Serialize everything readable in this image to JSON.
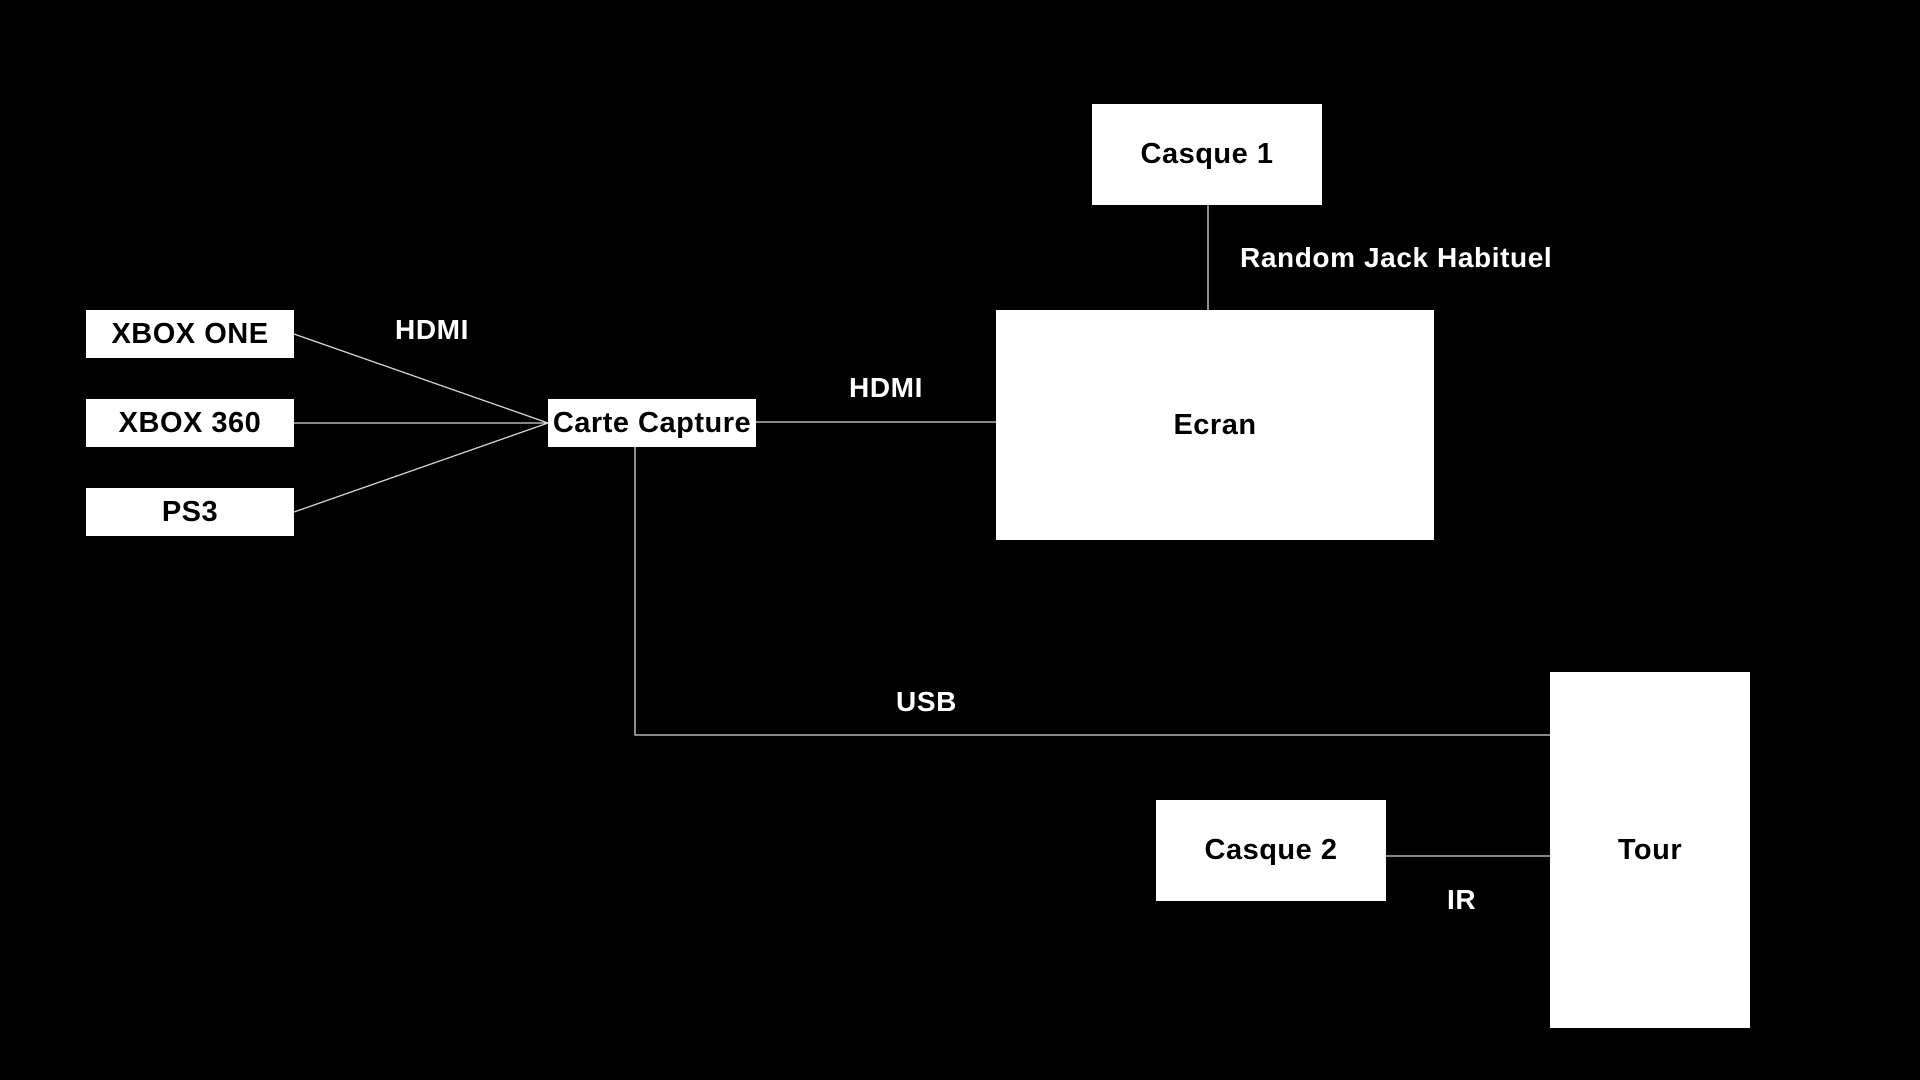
{
  "diagram": {
    "background": "#000000",
    "node_color": "#ffffff",
    "wire_color": "#d9d9d9",
    "nodes": {
      "xbox_one": "XBOX ONE",
      "xbox_360": "XBOX 360",
      "ps3": "PS3",
      "carte_capture": "Carte Capture",
      "casque_1": "Casque 1",
      "ecran": "Ecran",
      "tour": "Tour",
      "casque_2": "Casque 2"
    },
    "connections": {
      "consoles_to_capture": "HDMI",
      "capture_to_ecran": "HDMI",
      "casque1_to_ecran": "Random Jack Habituel",
      "capture_to_tour": "USB",
      "casque2_to_tour": "IR"
    }
  }
}
